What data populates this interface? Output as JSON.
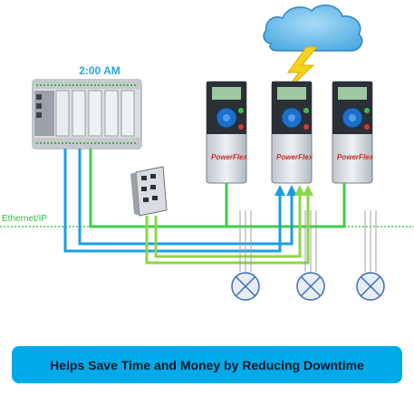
{
  "time_label": "2:00 AM",
  "network_label": "Ethernet/IP",
  "drive_brand": "PowerFlex",
  "banner_text": "Helps Save Time and Money by Reducing Downtime",
  "colors": {
    "ethernet_green": "#3dcf4a",
    "cable_blue": "#1a9ee0",
    "cable_lightgreen": "#8fd44a",
    "banner_blue": "#00a9e8",
    "cloud_blue": "#5bb6ea",
    "lightning_yellow": "#f5d21a"
  },
  "icons": {
    "controller": "plc-controller-icon",
    "switch": "ethernet-switch-icon",
    "drive": "variable-frequency-drive-icon",
    "motor": "motor-symbol-icon",
    "cloud": "storm-cloud-icon",
    "lightning": "lightning-bolt-icon"
  }
}
